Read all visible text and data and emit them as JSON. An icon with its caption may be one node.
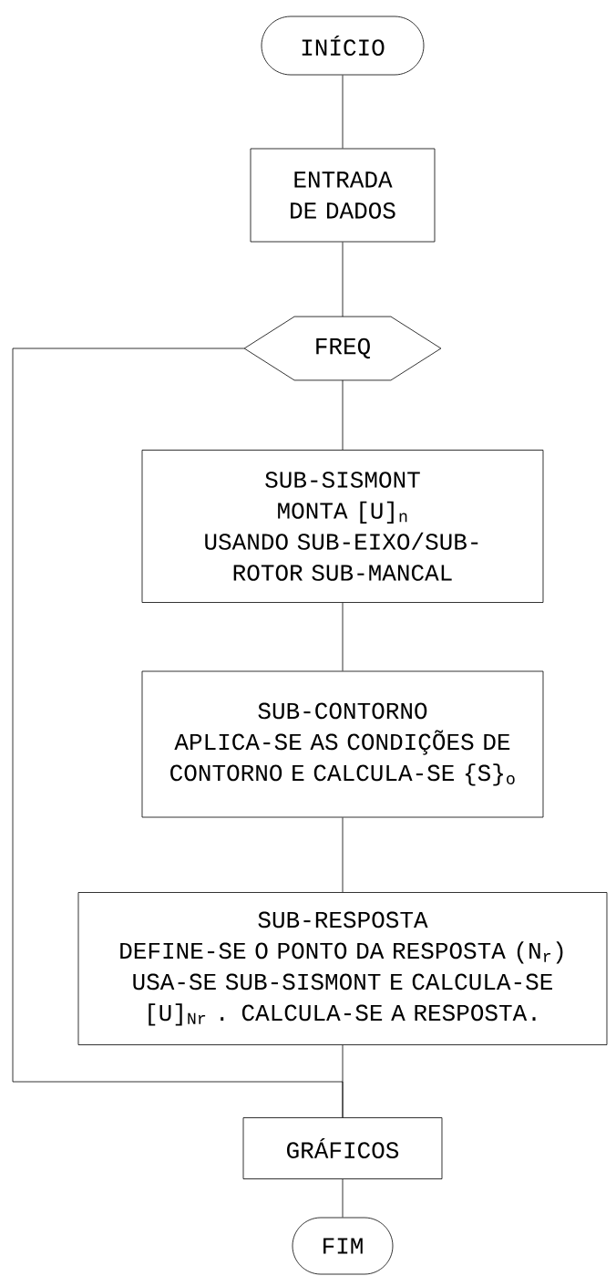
{
  "diagram": {
    "nodes": [
      {
        "text": [
          "INÍCIO"
        ]
      },
      {
        "text": [
          "ENTRADA DE DADOS"
        ]
      },
      {
        "text": [
          "FREQ"
        ]
      },
      {
        "text": [
          "SUB-SISMONT",
          "MONTA [U]$_{n}$",
          "USANDO SUB-EIXO/SUB-ROTOR SUB-MANCAL"
        ]
      },
      {
        "text": [
          "SUB-CONTORNO",
          "APLICA-SE AS CONDIÇÕES DE CONTORNO E CALCULA-SE {S}$_{o}$"
        ]
      },
      {
        "text": [
          "SUB-RESPOSTA",
          "DEFINE-SE O PONTO DA RESPOSTA (N$_{r}$) USA-SE SUB-SISMONT E CALCULA-SE [U]$_{Nr}$ . CALCULA-SE A RESPOSTA."
        ]
      },
      {
        "text": [
          "GRÁFICOS"
        ]
      },
      {
        "text": [
          "FIM"
        ]
      }
    ],
    "edges": [
      {
        "from": 0,
        "to": 1,
        "arrow": "none"
      },
      {
        "from": 1,
        "to": 2,
        "arrow": "none"
      },
      {
        "from": 2,
        "to": 3,
        "arrow": "none"
      },
      {
        "from": 3,
        "to": 4,
        "arrow": "none"
      },
      {
        "from": 4,
        "to": 5,
        "arrow": "none"
      },
      {
        "from": 5,
        "to": 6,
        "arrow": "none"
      },
      {
        "from": 2,
        "to": 6,
        "arrow": "none"
      },
      {
        "from": 6,
        "to": 7,
        "arrow": "none"
      }
    ]
  }
}
